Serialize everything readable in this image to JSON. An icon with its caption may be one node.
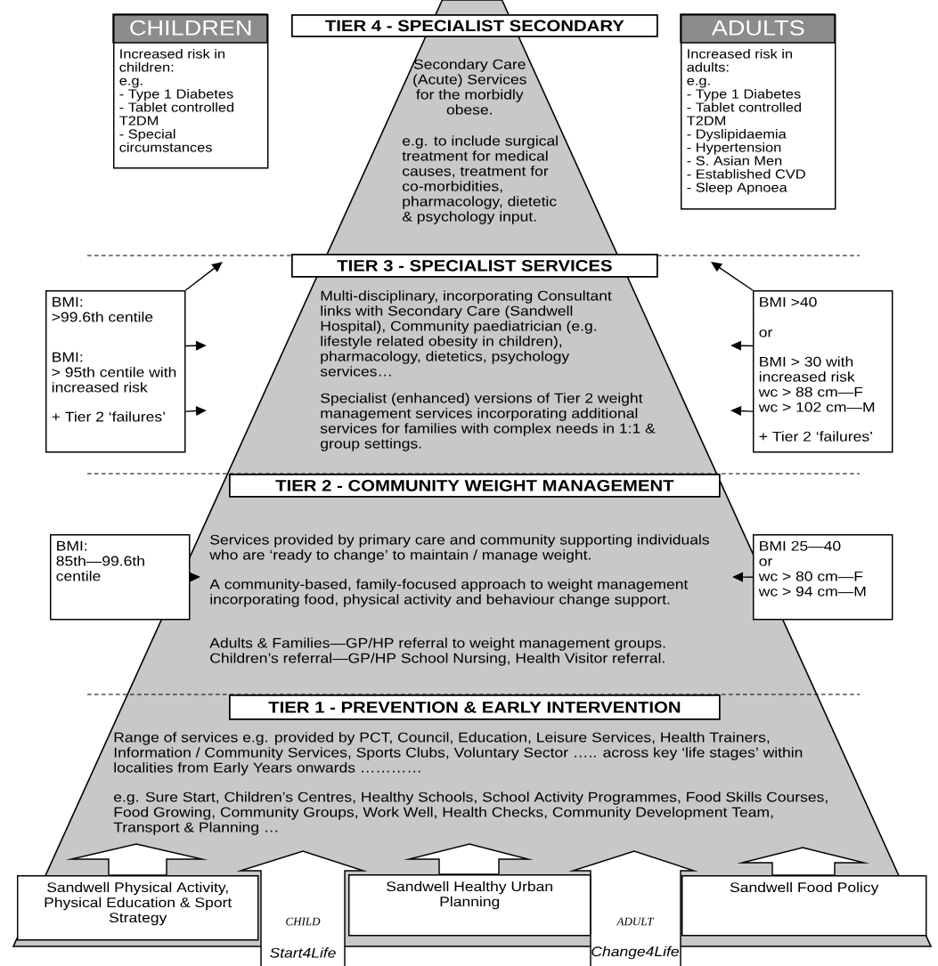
{
  "diagram": {
    "nodes": [
      {
        "text": [
          "TIER 4 - SPECIALIST SECONDARY"
        ]
      },
      {
        "text": [
          "CHILDREN",
          "Increased risk in children:",
          "e.g.",
          "- Type 1 Diabetes",
          "- Tablet controlled T2DM",
          "- Special circumstances"
        ]
      },
      {
        "text": [
          "ADULTS",
          "Increased risk in adults:",
          "e.g.",
          "- Type 1 Diabetes",
          "- Tablet controlled T2DM",
          "- Dyslipidaemia",
          "- Hypertension",
          "- S. Asian Men",
          "- Established CVD",
          "- Sleep Apnoea"
        ]
      },
      {
        "text": [
          "TIER 3 - SPECIALIST SERVICES"
        ]
      },
      {
        "text": [
          "BMI:",
          ">99.6th centile",
          "BMI:",
          "> 95th centile with increased risk",
          "+ Tier 2 ‘failures’"
        ]
      },
      {
        "text": [
          "BMI >40",
          "or",
          "BMI > 30 with increased risk",
          "wc > 88 cm—F",
          "wc > 102 cm—M",
          "+ Tier 2 ‘failures’"
        ]
      },
      {
        "text": [
          "TIER 2 - COMMUNITY WEIGHT MANAGEMENT"
        ]
      },
      {
        "text": [
          "BMI:",
          "85th—99.6th centile"
        ]
      },
      {
        "text": [
          "BMI 25—40",
          "or",
          "wc > 80 cm—F",
          "wc > 94 cm—M"
        ]
      },
      {
        "text": [
          "TIER 1 - PREVENTION & EARLY INTERVENTION"
        ]
      },
      {
        "text": [
          "Sandwell Physical Activity, Physical Education & Sport Strategy"
        ]
      },
      {
        "text": [
          "CHILD",
          "Start4Life"
        ]
      },
      {
        "text": [
          "Sandwell Healthy Urban Planning"
        ]
      },
      {
        "text": [
          "ADULT",
          "Change4Life"
        ]
      },
      {
        "text": [
          "Sandwell Food Policy"
        ]
      }
    ],
    "edges": [
      {
        "from": 4,
        "to": null,
        "arrow": "to"
      },
      {
        "from": 4,
        "to": null,
        "arrow": "to"
      },
      {
        "from": 4,
        "to": null,
        "arrow": "to"
      },
      {
        "from": 5,
        "to": null,
        "arrow": "to"
      },
      {
        "from": 5,
        "to": null,
        "arrow": "to"
      },
      {
        "from": 5,
        "to": null,
        "arrow": "to"
      },
      {
        "from": 7,
        "to": null,
        "arrow": "to"
      },
      {
        "from": 8,
        "to": null,
        "arrow": "to"
      }
    ],
    "labels": [
      "Secondary Care (Acute) Services for the morbidly obese.",
      "e.g. to include surgical treatment for medical causes, treatment for co-morbidities, pharmacology, dietetic & psychology input.",
      "Multi-disciplinary, incorporating Consultant links with Secondary Care (Sandwell Hospital), Community paediatrician (e.g. lifestyle related obesity in children), pharmacology, dietetics, psychology services…",
      "Specialist (enhanced) versions of Tier 2 weight management services incorporating additional services for families with complex needs in 1:1 & group settings.",
      "Services provided by primary care and community supporting individuals who are ‘ready to change’ to maintain / manage weight.",
      "A community-based, family-focused approach to weight management incorporating food, physical activity and behaviour change support.",
      "Adults & Families—GP/HP referral to weight management groups. Children’s referral—GP/HP School Nursing, Health Visitor referral.",
      "Range of services e.g. provided by PCT, Council, Education, Leisure Services, Health Trainers, Information / Community Services, Sports Clubs, Voluntary Sector ….. across key ‘life stages’ within localities from Early Years onwards …………",
      "e.g. Sure Start, Children’s Centres, Healthy Schools, School Activity Programmes, Food Skills Courses, Food Growing, Community Groups, Work Well, Health Checks, Community Development Team, Transport & Planning …"
    ]
  }
}
